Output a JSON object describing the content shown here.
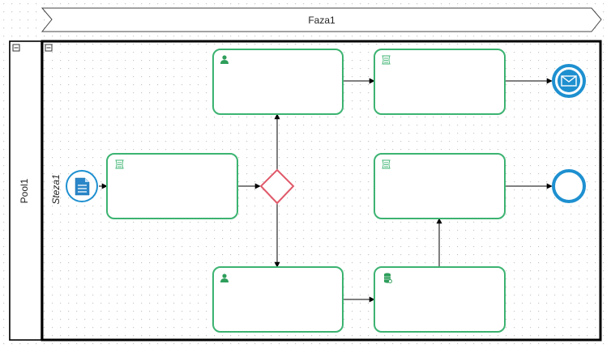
{
  "phase": {
    "label": "Faza1"
  },
  "pool": {
    "label": "Pool1"
  },
  "lane": {
    "label": "Steza1"
  },
  "colors": {
    "task_border": "#3cb371",
    "gateway": "#e05a6a",
    "event": "#1e90d0",
    "grid": "#c8c8c8",
    "frame": "#000000"
  },
  "icons": {
    "collapse": "minus-box-icon",
    "script": "script-task-icon",
    "user": "user-task-icon",
    "service": "database-task-icon",
    "start": "document-start-event-icon",
    "end_message": "envelope-end-event-icon",
    "end_plain": "end-event-icon"
  }
}
